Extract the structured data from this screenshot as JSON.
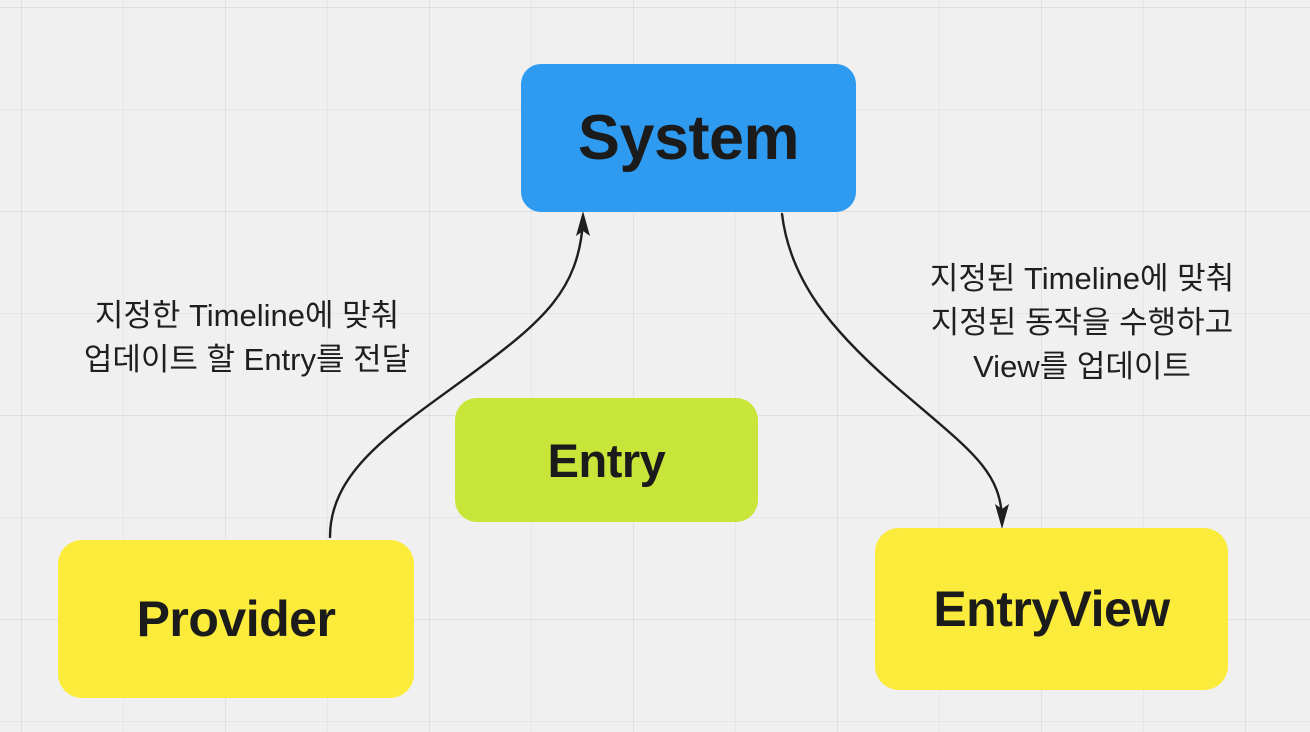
{
  "diagram": {
    "background_color": "#f0f0f0",
    "grid": "on",
    "nodes": [
      {
        "id": "system",
        "label": "System",
        "color": "#2f9bf0"
      },
      {
        "id": "entry",
        "label": "Entry",
        "color": "#c8e63a"
      },
      {
        "id": "provider",
        "label": "Provider",
        "color": "#fbec3c"
      },
      {
        "id": "entryview",
        "label": "EntryView",
        "color": "#fbec3c"
      }
    ],
    "edges": [
      {
        "id": "provider-to-system",
        "from": "provider",
        "to": "system",
        "label": "지정한 Timeline에 맞춰\n업데이트 할 Entry를 전달",
        "arrow": "arrowhead-up-icon"
      },
      {
        "id": "system-to-entryview",
        "from": "system",
        "to": "entryview",
        "label": "지정된 Timeline에 맞춰\n지정된 동작을 수행하고\nView를 업데이트",
        "arrow": "arrowhead-down-icon"
      }
    ],
    "stroke_color": "#1f1f1f"
  }
}
